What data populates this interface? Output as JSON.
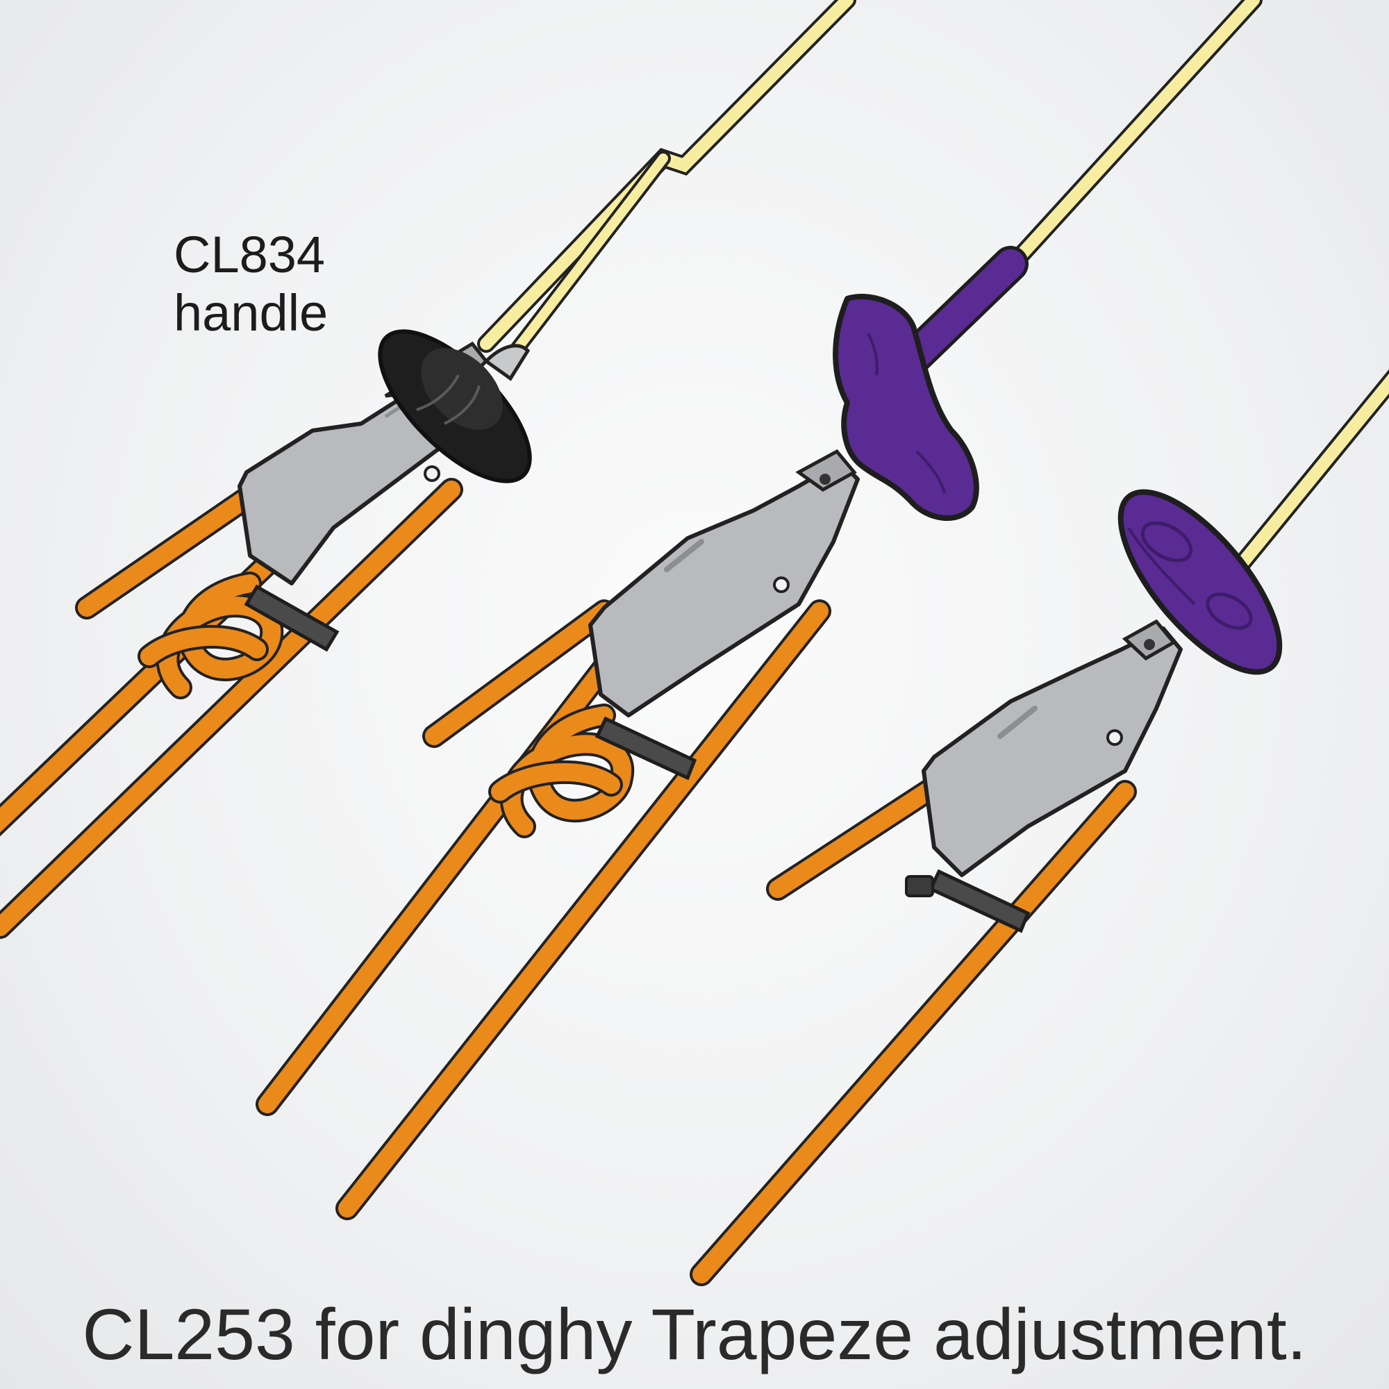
{
  "callout": {
    "line1": "CL834",
    "line2": "handle"
  },
  "caption": "CL253 for dinghy Trapeze adjustment.",
  "colors": {
    "background": "#f1f2f3",
    "rope_orange": "#ea8a1b",
    "trapeze_wire": "#f7eda0",
    "cleat_body": "#b9babd",
    "handle_black": "#1e1e1e",
    "handle_purple": "#5a2b93",
    "outline": "#222222"
  },
  "icons": [
    "black-disc-handle-icon",
    "purple-t-handle-icon",
    "purple-disc-handle-icon",
    "cam-cleat-icon",
    "figure-eight-knot-icon"
  ]
}
